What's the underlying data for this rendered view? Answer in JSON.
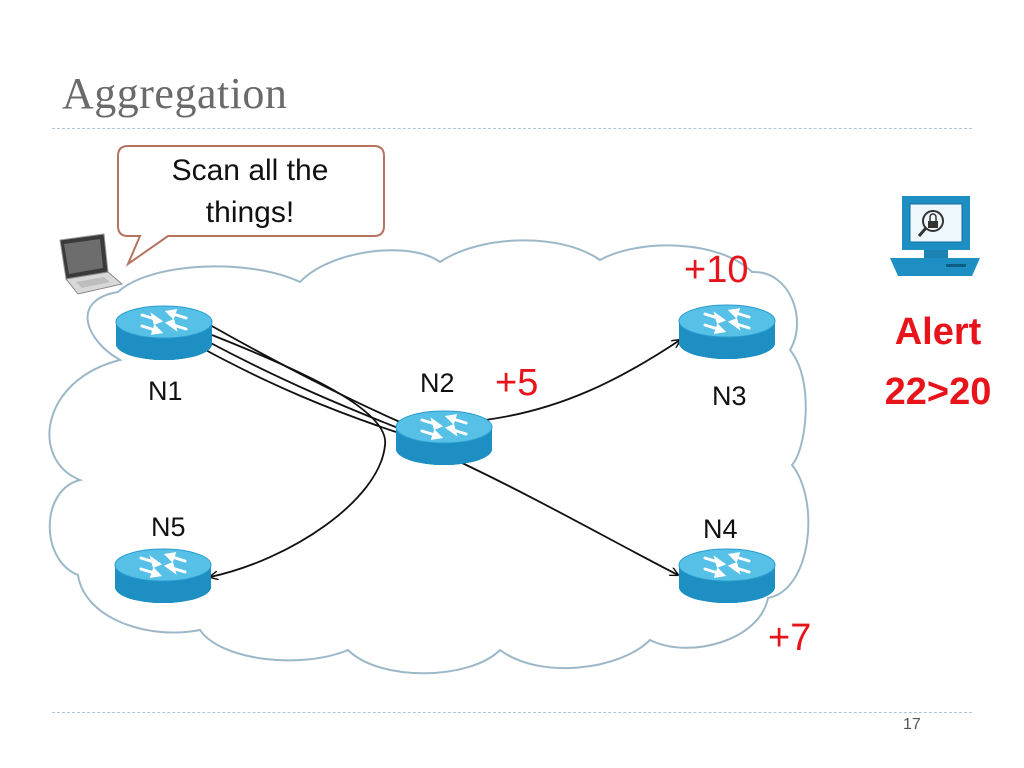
{
  "slide": {
    "title": "Aggregation",
    "page_number": "17"
  },
  "callout": {
    "line1": "Scan all the",
    "line2": "things!"
  },
  "nodes": {
    "n1": "N1",
    "n2": "N2",
    "n3": "N3",
    "n4": "N4",
    "n5": "N5"
  },
  "deltas": {
    "n2": "+5",
    "n3": "+10",
    "n4": "+7"
  },
  "alert": {
    "line1": "Alert",
    "line2": "22>20"
  },
  "icons": {
    "router": "router-icon",
    "laptop": "laptop-icon",
    "monitor": "security-monitor-icon",
    "cloud": "network-cloud"
  },
  "colors": {
    "title": "#6a6a6a",
    "alert": "#e8141b",
    "router_body": "#1d8fc3",
    "router_top": "#56c0e6",
    "cloud_stroke": "#9cb8c8",
    "callout_border": "#b5735f"
  }
}
